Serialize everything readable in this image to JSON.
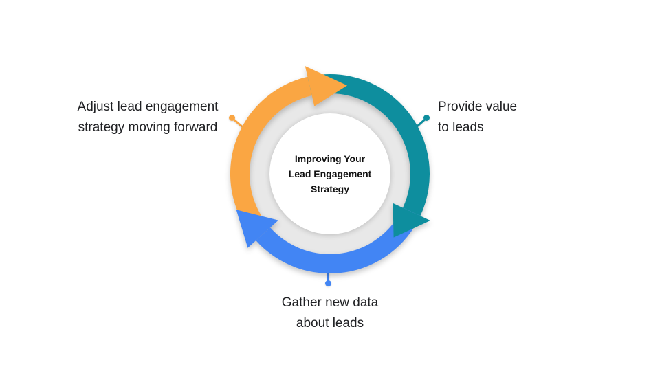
{
  "colors": {
    "orange": "#FAA643",
    "teal": "#0E8E9E",
    "blue": "#4285F4",
    "ring": "#E8E8E8",
    "label_text": "#202124",
    "center_text": "#111111",
    "background": "#FFFFFF"
  },
  "diagram": {
    "type": "cycle",
    "center_title": "Improving Your\nLead Engagement\nStrategy",
    "steps": [
      {
        "id": "adjust-lead-engagement",
        "label": "Adjust lead engagement\nstrategy moving forward",
        "color_name": "orange"
      },
      {
        "id": "provide-value-to-leads",
        "label": "Provide value\nto leads",
        "color_name": "teal"
      },
      {
        "id": "gather-new-data",
        "label": "Gather new data\nabout leads",
        "color_name": "blue"
      }
    ]
  }
}
